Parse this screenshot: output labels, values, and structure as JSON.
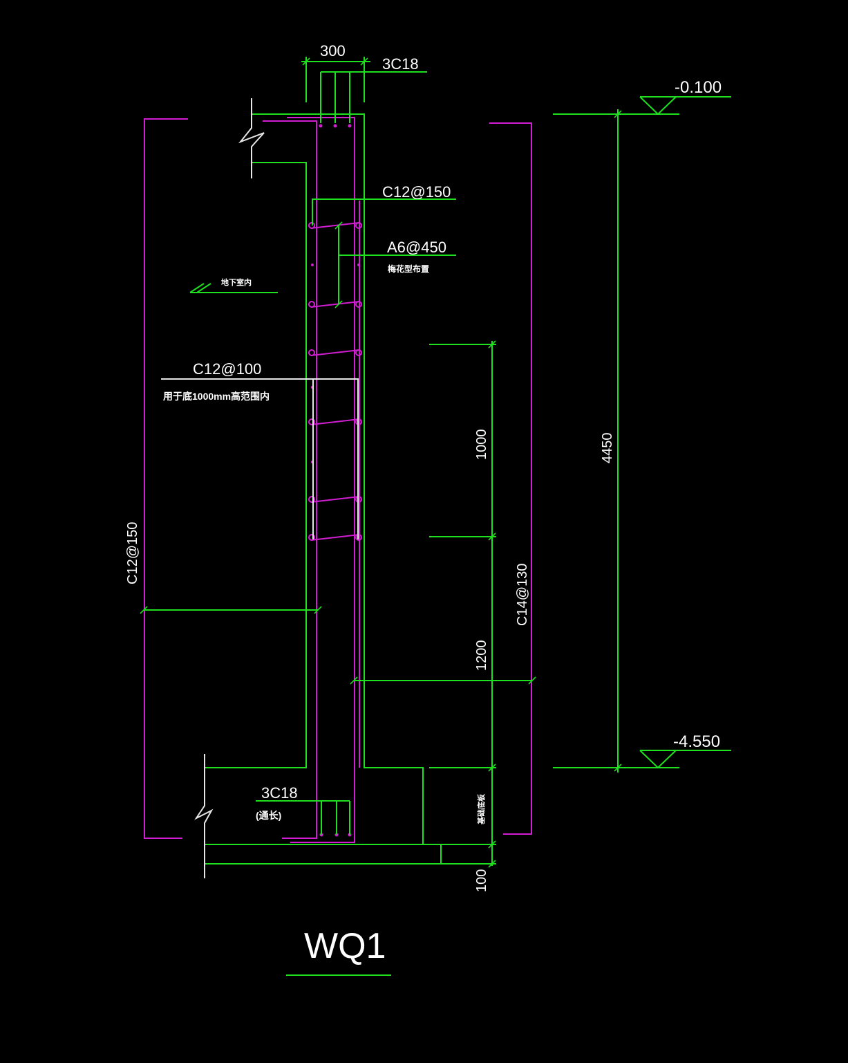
{
  "colors": {
    "background": "#000000",
    "dimension_lines": "#1ee01e",
    "reinforcement": "#d21ed2",
    "break_lines": "#e6e6e6",
    "text": "#ffffff"
  },
  "labels": {
    "top_width": "300",
    "top_bars": "3C18",
    "elevation_top": "-0.100",
    "elevation_bottom": "-4.550",
    "horizontal_bars": "C12@150",
    "tie_bars": "A6@450",
    "tie_note": "梅花型布置",
    "basement_inside": "地下室内",
    "extra_bars": "C12@100",
    "extra_note": "用于底1000mm高范围内",
    "inner_vertical_bars": "C12@150",
    "outer_vertical_bars": "C14@130",
    "dim_1000": "1000",
    "dim_1200": "1200",
    "dim_total": "4450",
    "dim_100": "100",
    "bottom_bars": "3C18",
    "bottom_bars_note": "(通长)",
    "foundation_label": "基础底板",
    "title": "WQ1"
  }
}
